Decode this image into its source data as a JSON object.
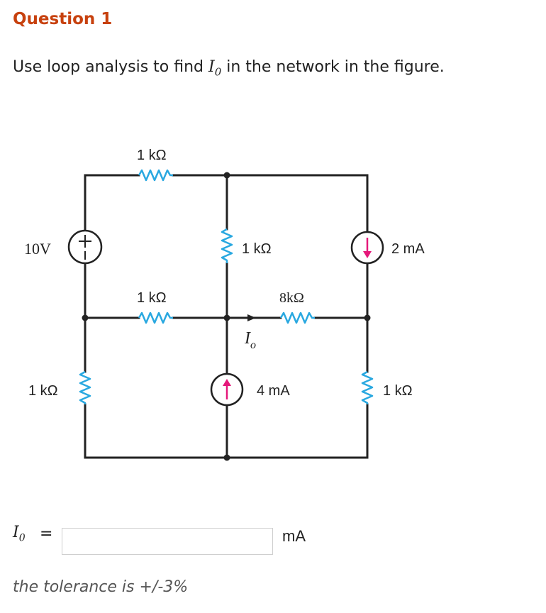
{
  "question": {
    "title": "Question 1",
    "prompt_before": "Use loop analysis to find ",
    "prompt_var": "I",
    "prompt_sub": "0",
    "prompt_after": " in the network in the figure."
  },
  "circuit": {
    "labels": {
      "r_top": "1 kΩ",
      "r_center_vertical": "1 kΩ",
      "r_middle_left": "1 kΩ",
      "r_middle_right": "8kΩ",
      "r_bottom_left": "1 kΩ",
      "r_bottom_right": "1 kΩ",
      "voltage_source": "10V",
      "current_source_top": "2 mA",
      "current_source_bottom": "4 mA",
      "io_var": "I",
      "io_sub": "o"
    },
    "colors": {
      "wire": "#222222",
      "resistor": "#29a8e0",
      "arrow": "#e5187a"
    }
  },
  "answer": {
    "label_var": "I",
    "label_sub": "0",
    "equals": "=",
    "value": "",
    "unit": "mA",
    "tolerance": "the tolerance is +/-3%"
  }
}
